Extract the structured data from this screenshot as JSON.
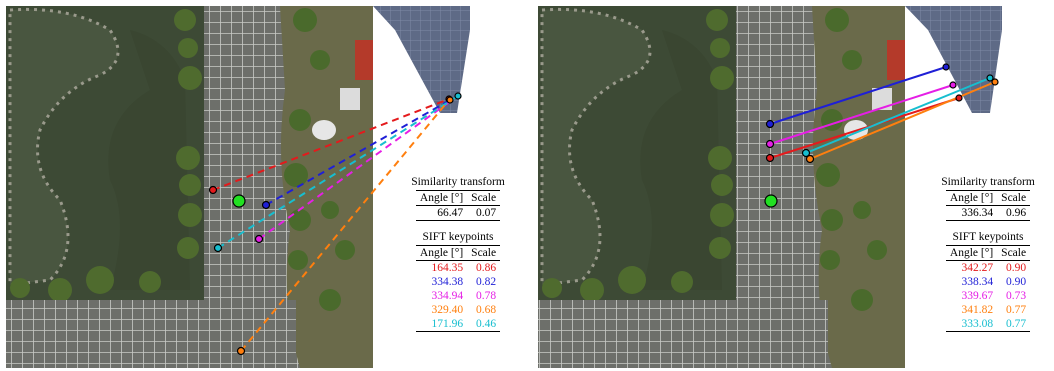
{
  "left_panel": {
    "table1": {
      "caption": "Similarity transform",
      "headers": [
        "Angle [°]",
        "Scale"
      ],
      "rows": [
        [
          "66.47",
          "0.07"
        ]
      ]
    },
    "table2": {
      "caption": "SIFT keypoints",
      "headers": [
        "Angle [°]",
        "Scale"
      ],
      "rows": [
        {
          "angle": "164.35",
          "scale": "0.86",
          "color": "#e41a1c"
        },
        {
          "angle": "334.38",
          "scale": "0.82",
          "color": "#1f1fd6"
        },
        {
          "angle": "334.94",
          "scale": "0.78",
          "color": "#e51ee5"
        },
        {
          "angle": "329.40",
          "scale": "0.68",
          "color": "#ff7f0e"
        },
        {
          "angle": "171.96",
          "scale": "0.46",
          "color": "#17becf"
        }
      ]
    }
  },
  "right_panel": {
    "table1": {
      "caption": "Similarity transform",
      "headers": [
        "Angle [°]",
        "Scale"
      ],
      "rows": [
        [
          "336.34",
          "0.96"
        ]
      ]
    },
    "table2": {
      "caption": "SIFT keypoints",
      "headers": [
        "Angle [°]",
        "Scale"
      ],
      "rows": [
        {
          "angle": "342.27",
          "scale": "0.90",
          "color": "#e41a1c"
        },
        {
          "angle": "338.34",
          "scale": "0.90",
          "color": "#1f1fd6"
        },
        {
          "angle": "339.67",
          "scale": "0.73",
          "color": "#e51ee5"
        },
        {
          "angle": "341.82",
          "scale": "0.77",
          "color": "#ff7f0e"
        },
        {
          "angle": "333.08",
          "scale": "0.77",
          "color": "#17becf"
        }
      ]
    }
  },
  "colors": {
    "red": "#e41a1c",
    "blue": "#1f1fd6",
    "magenta": "#e51ee5",
    "orange": "#ff7f0e",
    "cyan": "#17becf",
    "center": "#22e022"
  }
}
